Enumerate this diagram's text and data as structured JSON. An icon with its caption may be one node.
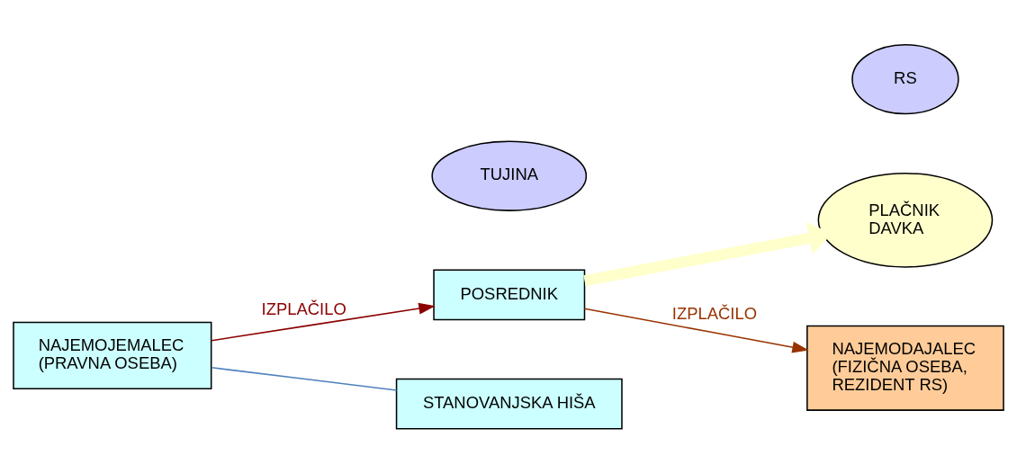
{
  "diagram": {
    "nodes": [
      {
        "text": [
          "PLAČNIK DAVKA"
        ]
      },
      {
        "text": [
          "RS"
        ]
      },
      {
        "text": [
          "POSREDNIK"
        ]
      },
      {
        "text": [
          "NAJEMODAJALEC (FIZIČNA OSEBA, REZIDENT RS)"
        ]
      },
      {
        "text": [
          "NAJEMOJEMALEC (PRAVNA OSEBA)"
        ]
      },
      {
        "text": [
          "STANOVANJSKA HIŠA"
        ]
      },
      {
        "text": [
          "TUJINA"
        ]
      }
    ],
    "edges": [
      {
        "from": 2,
        "to": 0,
        "arrow": "to",
        "style": "thick",
        "color": "#ffffcc"
      },
      {
        "from": 2,
        "to": 3,
        "arrow": "to",
        "label": "IZPLAČILO",
        "color": "#993300"
      },
      {
        "from": 4,
        "to": 2,
        "arrow": "to",
        "label": "IZPLAČILO",
        "color": "#8b0000"
      },
      {
        "from": 4,
        "to": 5,
        "arrow": "none",
        "color": "#4f81bd"
      }
    ]
  }
}
